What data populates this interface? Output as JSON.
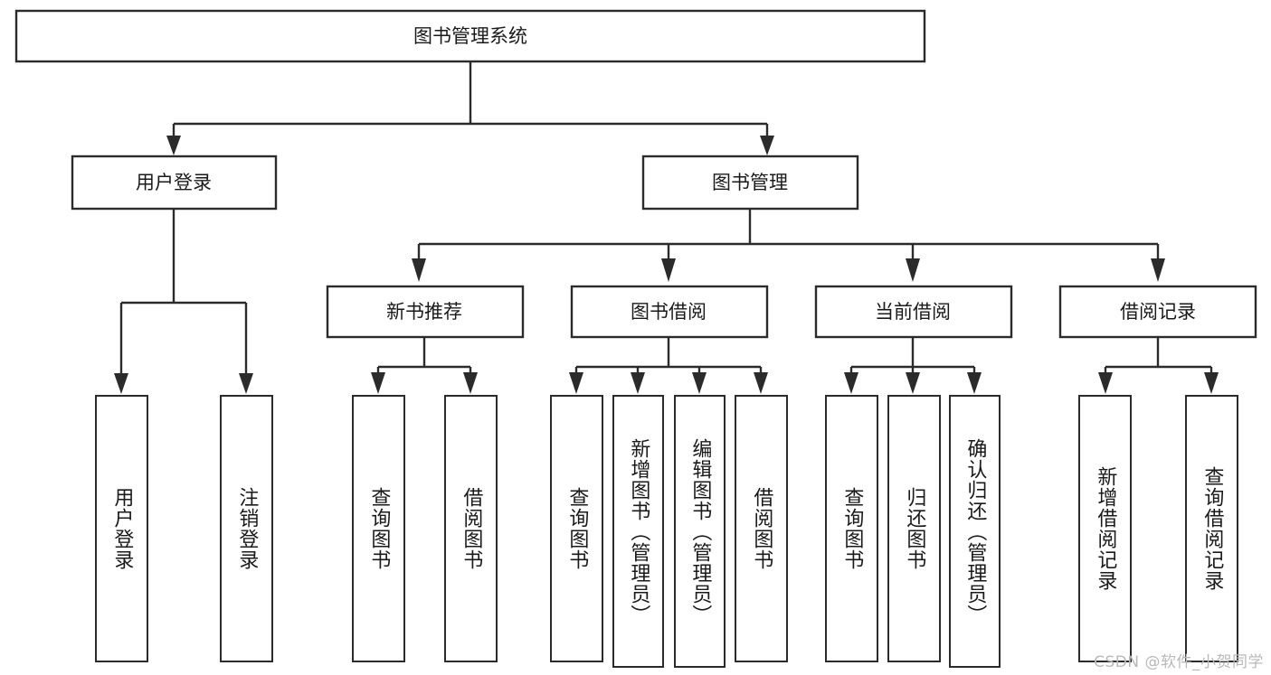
{
  "diagram": {
    "title": "图书管理系统",
    "type": "tree-hierarchy-chart",
    "watermark": "CSDN @软件_小贺同学",
    "colors": {
      "stroke": "#2b2b2b",
      "fill": "#ffffff",
      "text": "#1a1a1a",
      "watermark": "#b9b9b9"
    },
    "root": {
      "label": "图书管理系统"
    },
    "level2": [
      {
        "id": "user-login",
        "label": "用户登录"
      },
      {
        "id": "book-manage",
        "label": "图书管理"
      }
    ],
    "level3": [
      {
        "id": "new-book-rec",
        "label": "新书推荐"
      },
      {
        "id": "book-borrow",
        "label": "图书借阅"
      },
      {
        "id": "current-borrow",
        "label": "当前借阅"
      },
      {
        "id": "borrow-record",
        "label": "借阅记录"
      }
    ],
    "leaves": {
      "user_login": [
        {
          "id": "leaf-user-login",
          "label": "用户登录"
        },
        {
          "id": "leaf-logout",
          "label": "注销登录"
        }
      ],
      "new_book_rec": [
        {
          "id": "leaf-query-book-1",
          "label": "查询图书"
        },
        {
          "id": "leaf-borrow-book-1",
          "label": "借阅图书"
        }
      ],
      "book_borrow": [
        {
          "id": "leaf-query-book-2",
          "label": "查询图书"
        },
        {
          "id": "leaf-add-book",
          "label": "新增图书（管理员）"
        },
        {
          "id": "leaf-edit-book",
          "label": "编辑图书（管理员）"
        },
        {
          "id": "leaf-borrow-book-2",
          "label": "借阅图书"
        }
      ],
      "current_borrow": [
        {
          "id": "leaf-query-book-3",
          "label": "查询图书"
        },
        {
          "id": "leaf-return-book",
          "label": "归还图书"
        },
        {
          "id": "leaf-confirm-return",
          "label": "确认归还（管理员）"
        }
      ],
      "borrow_record": [
        {
          "id": "leaf-add-record",
          "label": "新增借阅记录"
        },
        {
          "id": "leaf-query-record",
          "label": "查询借阅记录"
        }
      ]
    }
  }
}
